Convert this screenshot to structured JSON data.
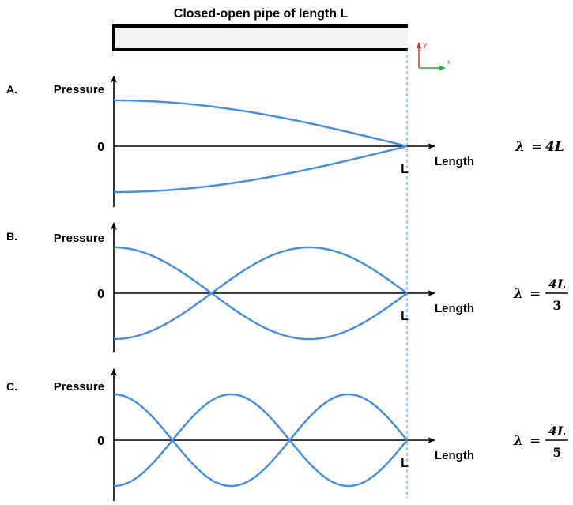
{
  "pipe": {
    "title": "Closed-open pipe of length L",
    "fill_color": "#f3f3f3",
    "coord_axes": {
      "y_label": "Y",
      "x_label": "x",
      "y_color": "#e03030",
      "x_color": "#22b040"
    }
  },
  "wave_color": "#4a8fe0",
  "panels": [
    {
      "id": "A",
      "letter": "A.",
      "y_axis_label": "Pressure",
      "zero_label": "0",
      "x_axis_label": "Length",
      "end_label": "L",
      "lambda": {
        "symbol": "λ",
        "eq": "=",
        "numerator": "4L",
        "denominator": ""
      },
      "quarter_waves": 1
    },
    {
      "id": "B",
      "letter": "B.",
      "y_axis_label": "Pressure",
      "zero_label": "0",
      "x_axis_label": "Length",
      "end_label": "L",
      "lambda": {
        "symbol": "λ",
        "eq": "=",
        "numerator": "4L",
        "denominator": "3"
      },
      "quarter_waves": 3
    },
    {
      "id": "C",
      "letter": "C.",
      "y_axis_label": "Pressure",
      "zero_label": "0",
      "x_axis_label": "Length",
      "end_label": "L",
      "lambda": {
        "symbol": "λ",
        "eq": "=",
        "numerator": "4L",
        "denominator": "5"
      },
      "quarter_waves": 5
    }
  ]
}
